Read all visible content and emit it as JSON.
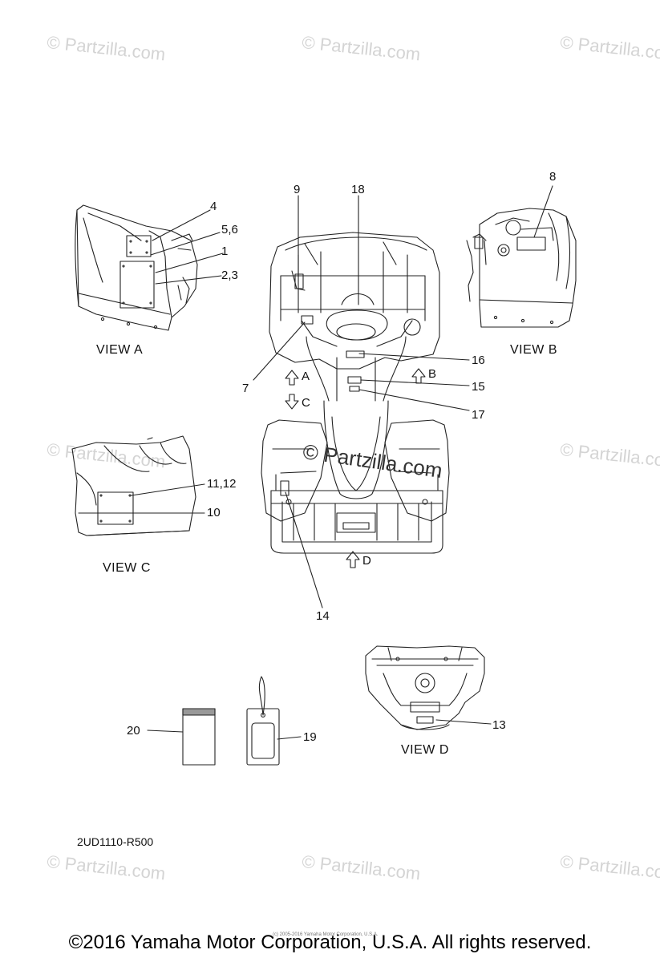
{
  "watermark": "© Partzilla.com",
  "center_watermark": "© Partzilla.com",
  "views": {
    "a": "VIEW A",
    "b": "VIEW B",
    "c": "VIEW C",
    "d": "VIEW D"
  },
  "direction_arrows": {
    "a": "A",
    "b": "B",
    "c": "C",
    "d": "D"
  },
  "callouts": {
    "c1": "1",
    "c2_3": "2,3",
    "c4": "4",
    "c5_6": "5,6",
    "c7": "7",
    "c8": "8",
    "c9": "9",
    "c10": "10",
    "c11_12": "11,12",
    "c13": "13",
    "c14": "14",
    "c15": "15",
    "c16": "16",
    "c17": "17",
    "c18": "18",
    "c19": "19",
    "c20": "20"
  },
  "part_code": "2UD1110-R500",
  "copyright_small": "(c) 2005-2016 Yamaha Motor Corporation, U.S.A.",
  "copyright_footer": "©2016 Yamaha Motor Corporation, U.S.A. All rights reserved."
}
